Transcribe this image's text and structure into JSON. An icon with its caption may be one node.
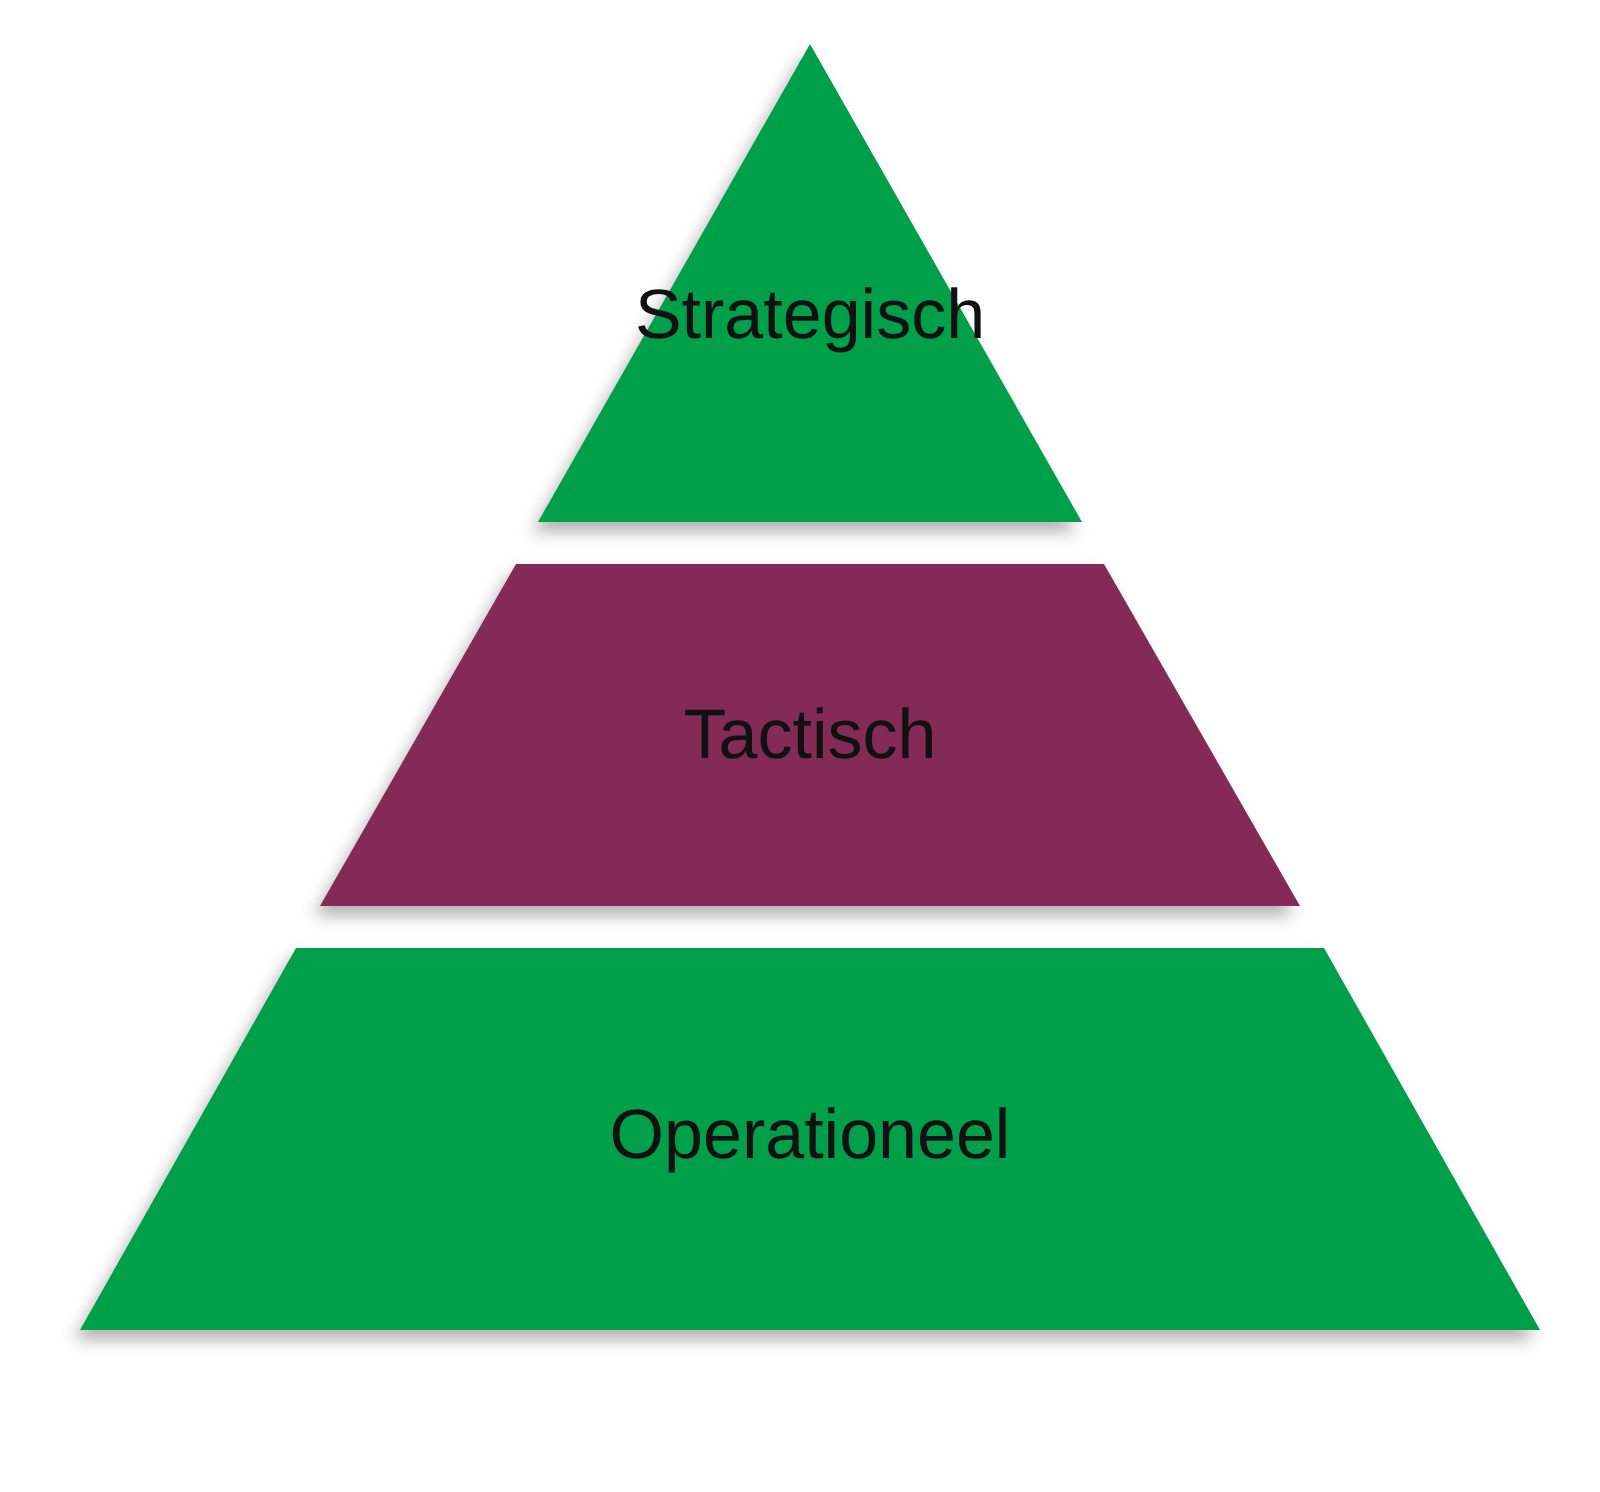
{
  "diagram": {
    "nodes": [
      {
        "text": [
          "Strategisch"
        ]
      },
      {
        "text": [
          "Tactisch"
        ]
      },
      {
        "text": [
          "Operationeel"
        ]
      }
    ]
  }
}
